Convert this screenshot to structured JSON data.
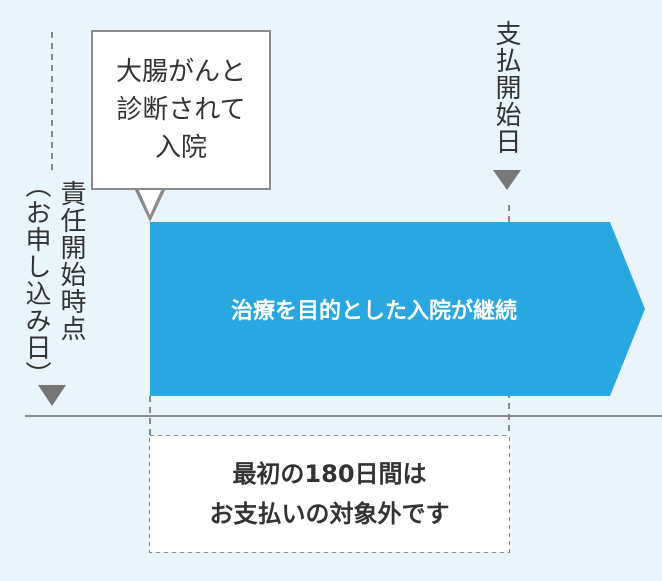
{
  "diagram": {
    "payment_start": [
      "支",
      "払",
      "開",
      "始",
      "日"
    ],
    "responsibility_start": [
      "責",
      "任",
      "開",
      "始",
      "時",
      "点"
    ],
    "application_date": [
      "（",
      "お",
      "申",
      "し",
      "込",
      "み",
      "日",
      "）"
    ],
    "callout": [
      "大腸がんと",
      "診断されて",
      "入院"
    ],
    "arrow_label": "治療を目的とした入院が継続",
    "excluded": [
      "最初の180日間は",
      "お支払いの対象外です"
    ]
  },
  "colors": {
    "background": "#eaf5fb",
    "arrow": "#29a7e1",
    "line": "#8a8a8a",
    "text": "#333333"
  }
}
